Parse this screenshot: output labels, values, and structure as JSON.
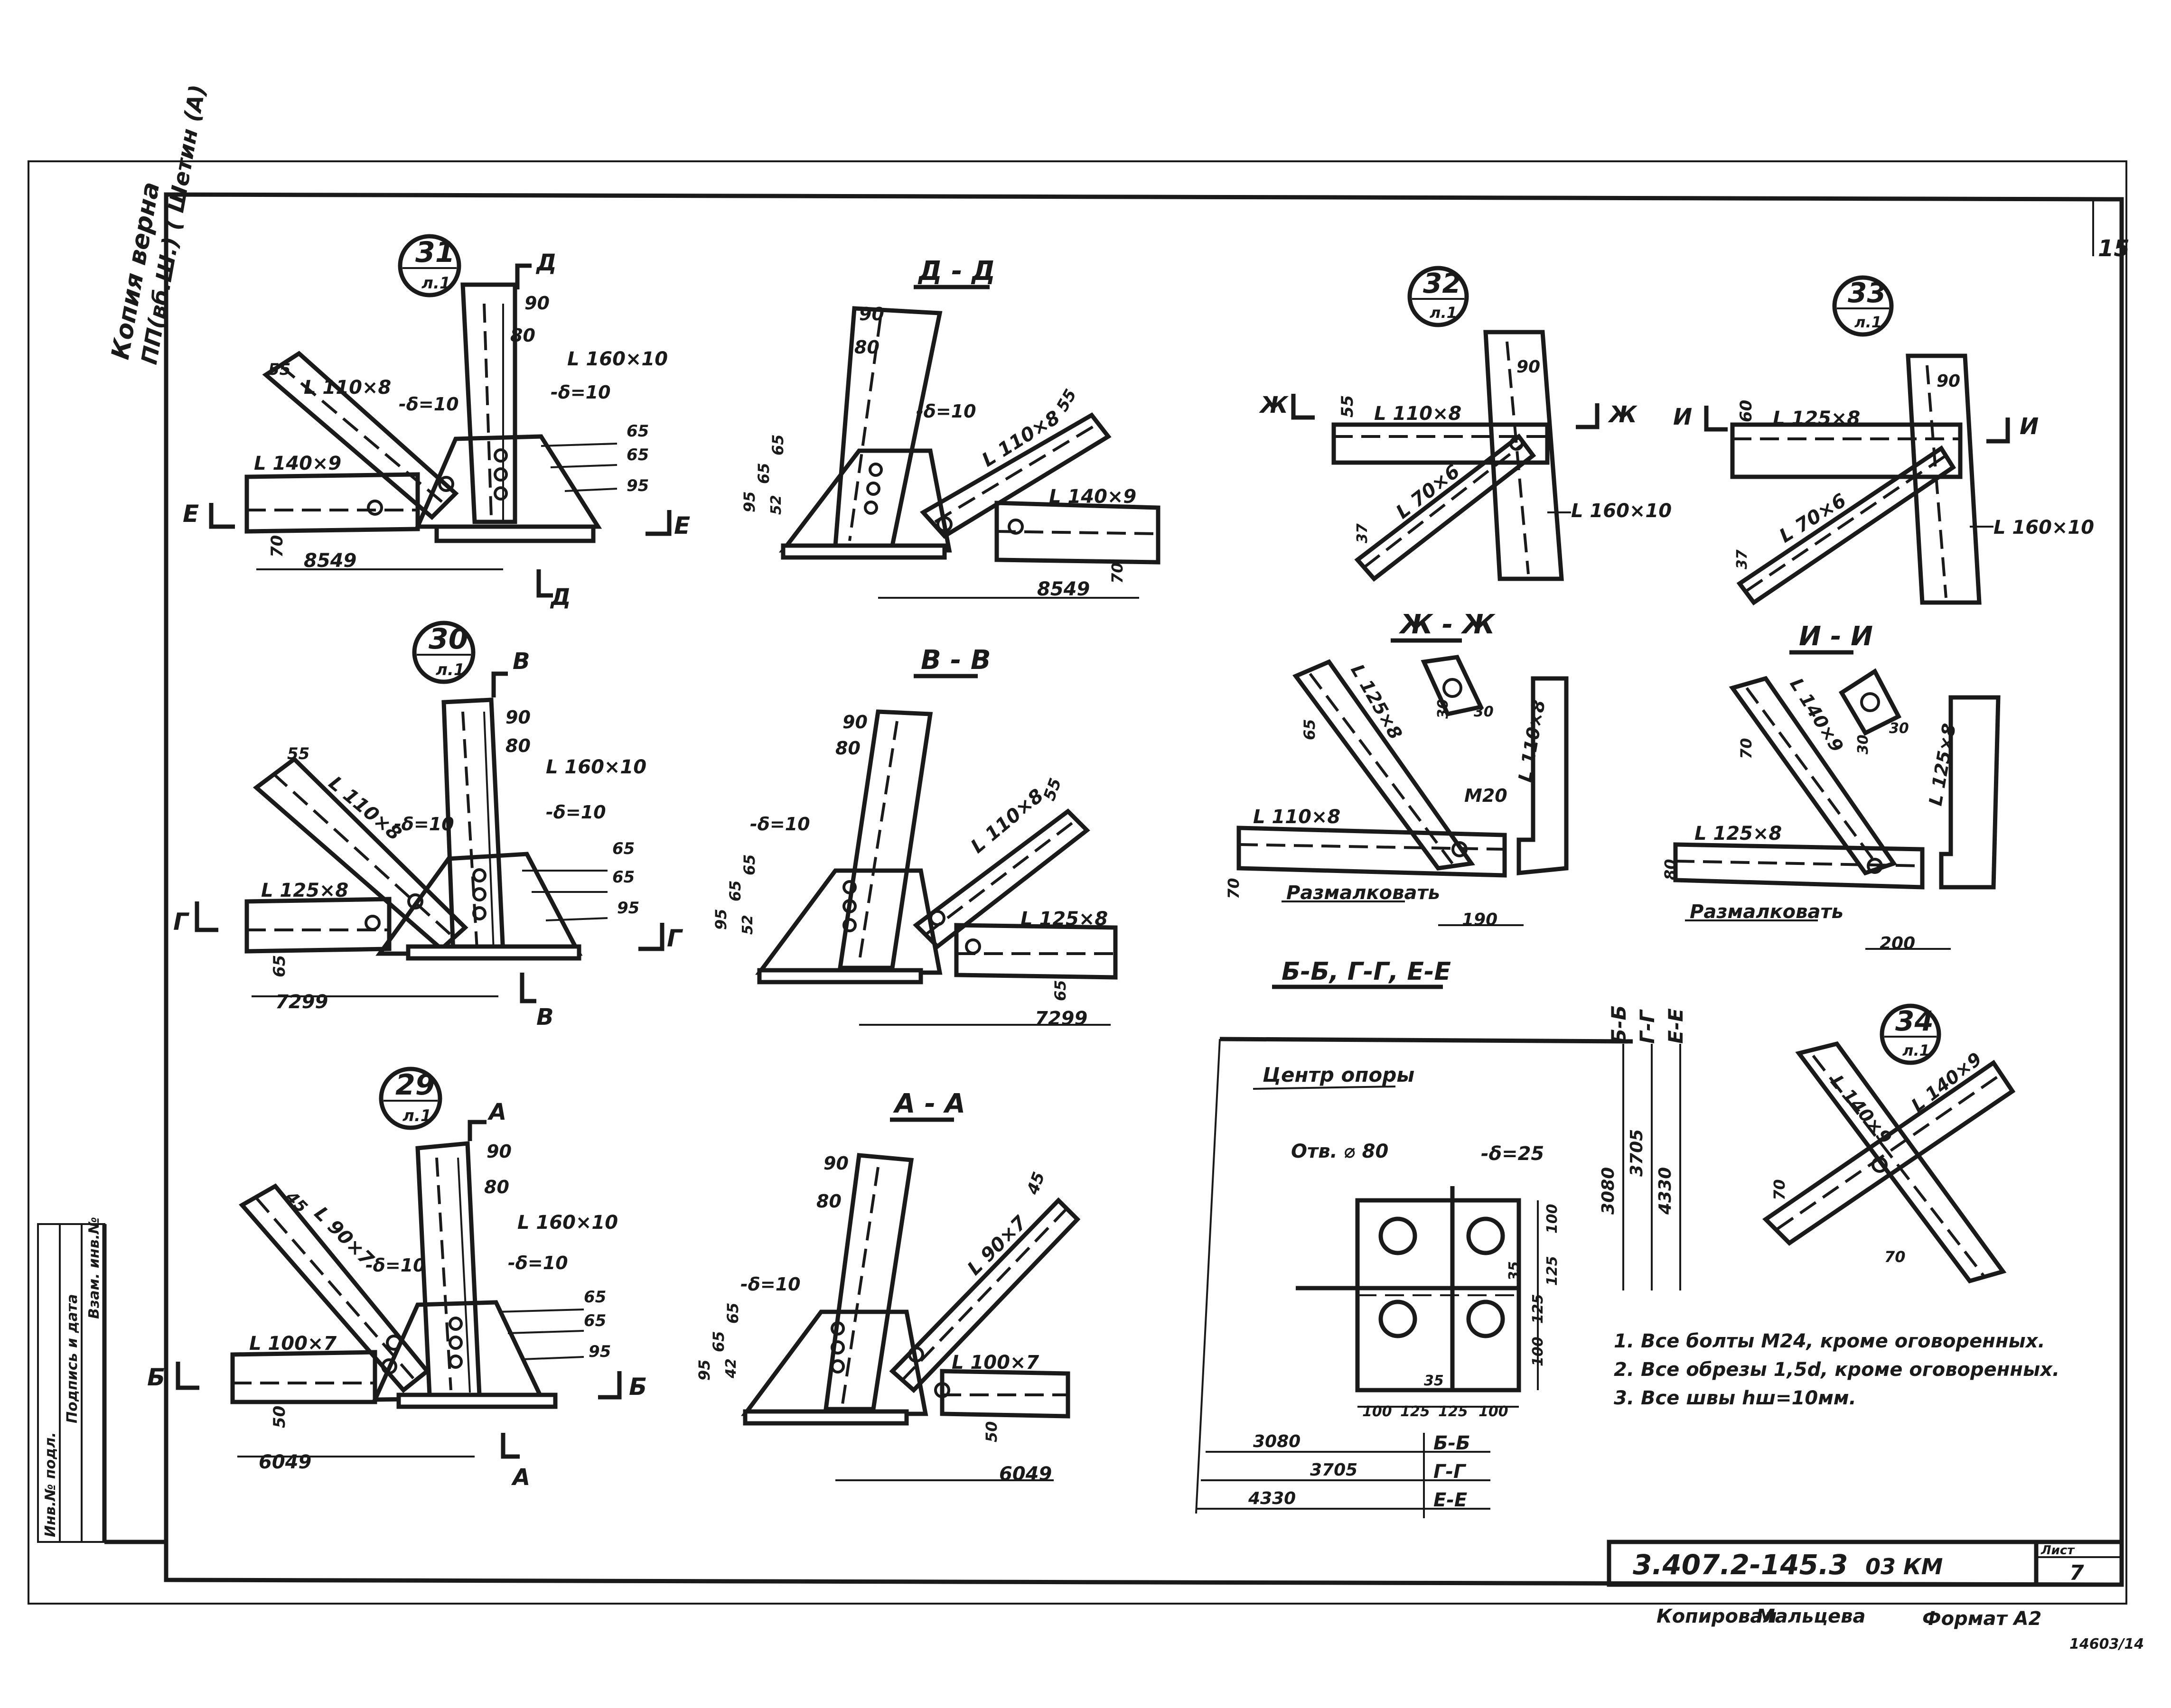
{
  "sheet": {
    "sheet_number_top": "15",
    "side_note_line1": "Копия верна",
    "side_note_line2": "ПП(вб.Ш.) ( Шетин (А)",
    "left_stamp": [
      "Инв.№ подл.",
      "Подпись и дата",
      "Взам. инв.№"
    ],
    "title_block": {
      "designation": "3.407.2-145.3",
      "code": "03 КМ",
      "list_label": "Лист",
      "list_number": "7"
    },
    "copied_by": "Копировал",
    "copier_name": "Мальцева",
    "format_label": "Формат А2",
    "archive_number": "14603/14"
  },
  "nodes": {
    "n31": {
      "num": "31",
      "sub": "л.1",
      "section": "Д",
      "flange": "L 160×10",
      "diag": "L 110×8",
      "chord": "L 140×9",
      "plate": "-δ=10",
      "plate2": "-δ=10",
      "dims": [
        "90",
        "80",
        "55",
        "65",
        "65",
        "95",
        "70",
        "8549"
      ],
      "cut_left": "Е",
      "cut_right": "Е"
    },
    "dd": {
      "title": "Д - Д",
      "diag": "L 110×8",
      "chord": "L 140×9",
      "plate": "-δ=10",
      "dims": [
        "90",
        "80",
        "55",
        "95",
        "65",
        "65",
        "52",
        "70",
        "8549"
      ]
    },
    "n30": {
      "num": "30",
      "sub": "л.1",
      "section": "В",
      "flange": "L 160×10",
      "diag": "L 110×8",
      "chord": "L 125×8",
      "plate": "-δ=10",
      "plate2": "-δ=10",
      "dims": [
        "90",
        "80",
        "55",
        "65",
        "65",
        "95",
        "65",
        "7299"
      ],
      "cut_left": "Г",
      "cut_right": "Г"
    },
    "vv": {
      "title": "В - В",
      "diag": "L 110×8",
      "chord": "L 125×8",
      "plate": "-δ=10",
      "dims": [
        "90",
        "80",
        "55",
        "95",
        "65",
        "65",
        "52",
        "65",
        "7299"
      ]
    },
    "n29": {
      "num": "29",
      "sub": "л.1",
      "section": "А",
      "flange": "L 160×10",
      "diag": "L 90×7",
      "chord": "L 100×7",
      "plate": "-δ=10",
      "plate2": "-δ=10",
      "dims": [
        "90",
        "80",
        "45",
        "65",
        "65",
        "95",
        "50",
        "6049"
      ],
      "cut_left": "Б",
      "cut_right": "Б"
    },
    "aa": {
      "title": "А - А",
      "diag": "L 90×7",
      "chord": "L 100×7",
      "plate": "-δ=10",
      "dims": [
        "90",
        "80",
        "45",
        "95",
        "65",
        "65",
        "42",
        "50",
        "6049"
      ]
    },
    "n32": {
      "num": "32",
      "sub": "л.1",
      "top": "L 110×8",
      "diag": "L 70×6",
      "post": "L 160×10",
      "dims": [
        "55",
        "90",
        "37"
      ],
      "cut": "Ж"
    },
    "n33": {
      "num": "33",
      "sub": "л.1",
      "top": "L 125×8",
      "diag": "L 70×6",
      "post": "L 160×10",
      "dims": [
        "60",
        "90",
        "37"
      ],
      "cut": "И"
    },
    "zz": {
      "title": "Ж - Ж",
      "diag": "L 125×8",
      "chord": "L 110×8",
      "post": "L 110×8",
      "bolt": "M20",
      "note": "Размалковать",
      "dims": [
        "65",
        "30",
        "30",
        "70",
        "190"
      ]
    },
    "ii": {
      "title": "И - И",
      "diag": "L 140×9",
      "chord": "L 125×8",
      "post": "L 125×8",
      "note": "Размалковать",
      "dims": [
        "70",
        "30",
        "30",
        "80",
        "200"
      ]
    },
    "n34": {
      "num": "34",
      "sub": "л.1",
      "a1": "L 140×9",
      "a2": "L 140×9",
      "dims": [
        "70",
        "70"
      ]
    }
  },
  "base": {
    "title": "Б-Б, Г-Г, Е-Е",
    "center": "Центр опоры",
    "hole": "Отв. ⌀ 80",
    "plate": "-δ=25",
    "sections": [
      "Б-Б",
      "Г-Г",
      "Е-Е"
    ],
    "heights": [
      "3080",
      "3705",
      "4330"
    ],
    "plate_dims_h": [
      "100",
      "125",
      "125",
      "100"
    ],
    "plate_dims_v": [
      "100",
      "125",
      "125",
      "100"
    ],
    "small": [
      "35",
      "35"
    ]
  },
  "notes": [
    "1. Все болты М24, кроме оговоренных.",
    "2. Все обрезы 1,5d, кроме оговоренных.",
    "3. Все швы hш=10мм."
  ]
}
